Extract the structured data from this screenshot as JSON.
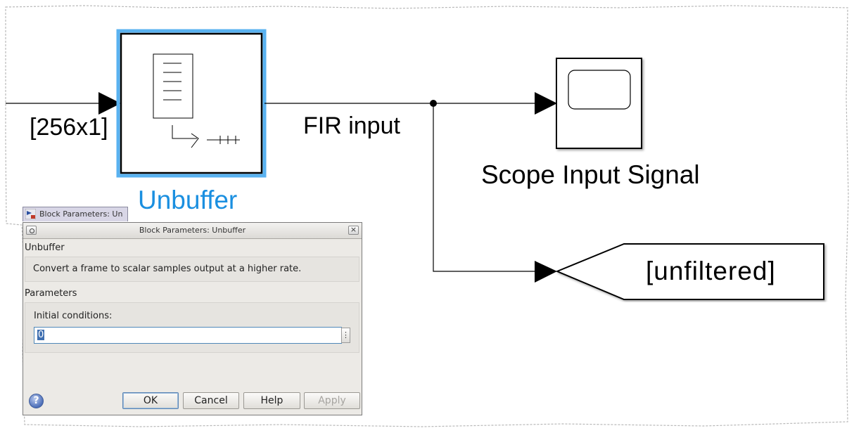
{
  "diagram": {
    "signal_size_label": "[256x1]",
    "signal_name_label": "FIR input",
    "scope_block_label": "Scope Input Signal",
    "unbuffer_block_label": "Unbuffer",
    "goto_tag": "[unfiltered]"
  },
  "colors": {
    "selection_highlight": "#1a8fe0",
    "dialog_background": "#eceae6"
  },
  "dialog": {
    "tab_label": "Block Parameters: Un",
    "title": "Block Parameters: Unbuffer",
    "block_type": "Unbuffer",
    "description": "Convert a frame to scalar samples output at a higher rate.",
    "parameters_heading": "Parameters",
    "initial_conditions_label": "Initial conditions:",
    "initial_conditions_value": "0",
    "more_options_label": "⋮",
    "close_label": "×",
    "help_icon_label": "?",
    "buttons": {
      "ok": "OK",
      "cancel": "Cancel",
      "help": "Help",
      "apply": "Apply"
    }
  }
}
